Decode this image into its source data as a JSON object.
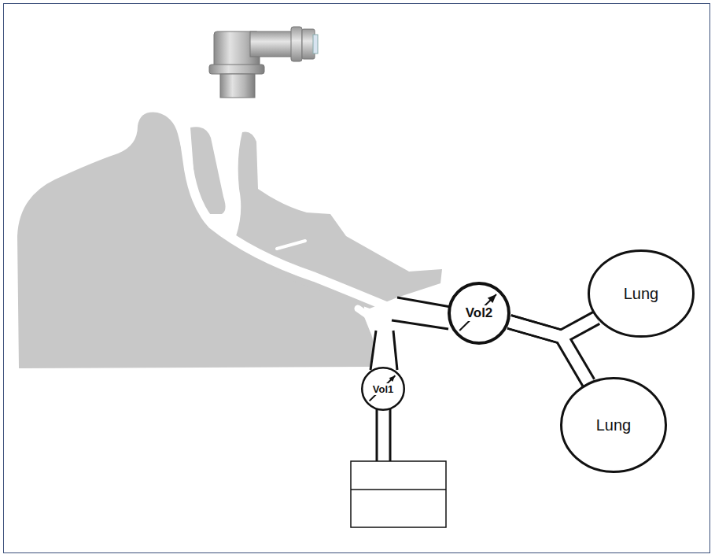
{
  "diagram": {
    "nodes": [
      {
        "text": [
          "Vol2"
        ]
      },
      {
        "text": [
          "Lung"
        ]
      },
      {
        "text": [
          "Lung"
        ]
      },
      {
        "text": [
          "Vol1"
        ]
      }
    ],
    "edges": [
      {
        "from": 0,
        "to": 1,
        "arrow": "none"
      },
      {
        "from": 0,
        "to": 2,
        "arrow": "none"
      }
    ]
  }
}
